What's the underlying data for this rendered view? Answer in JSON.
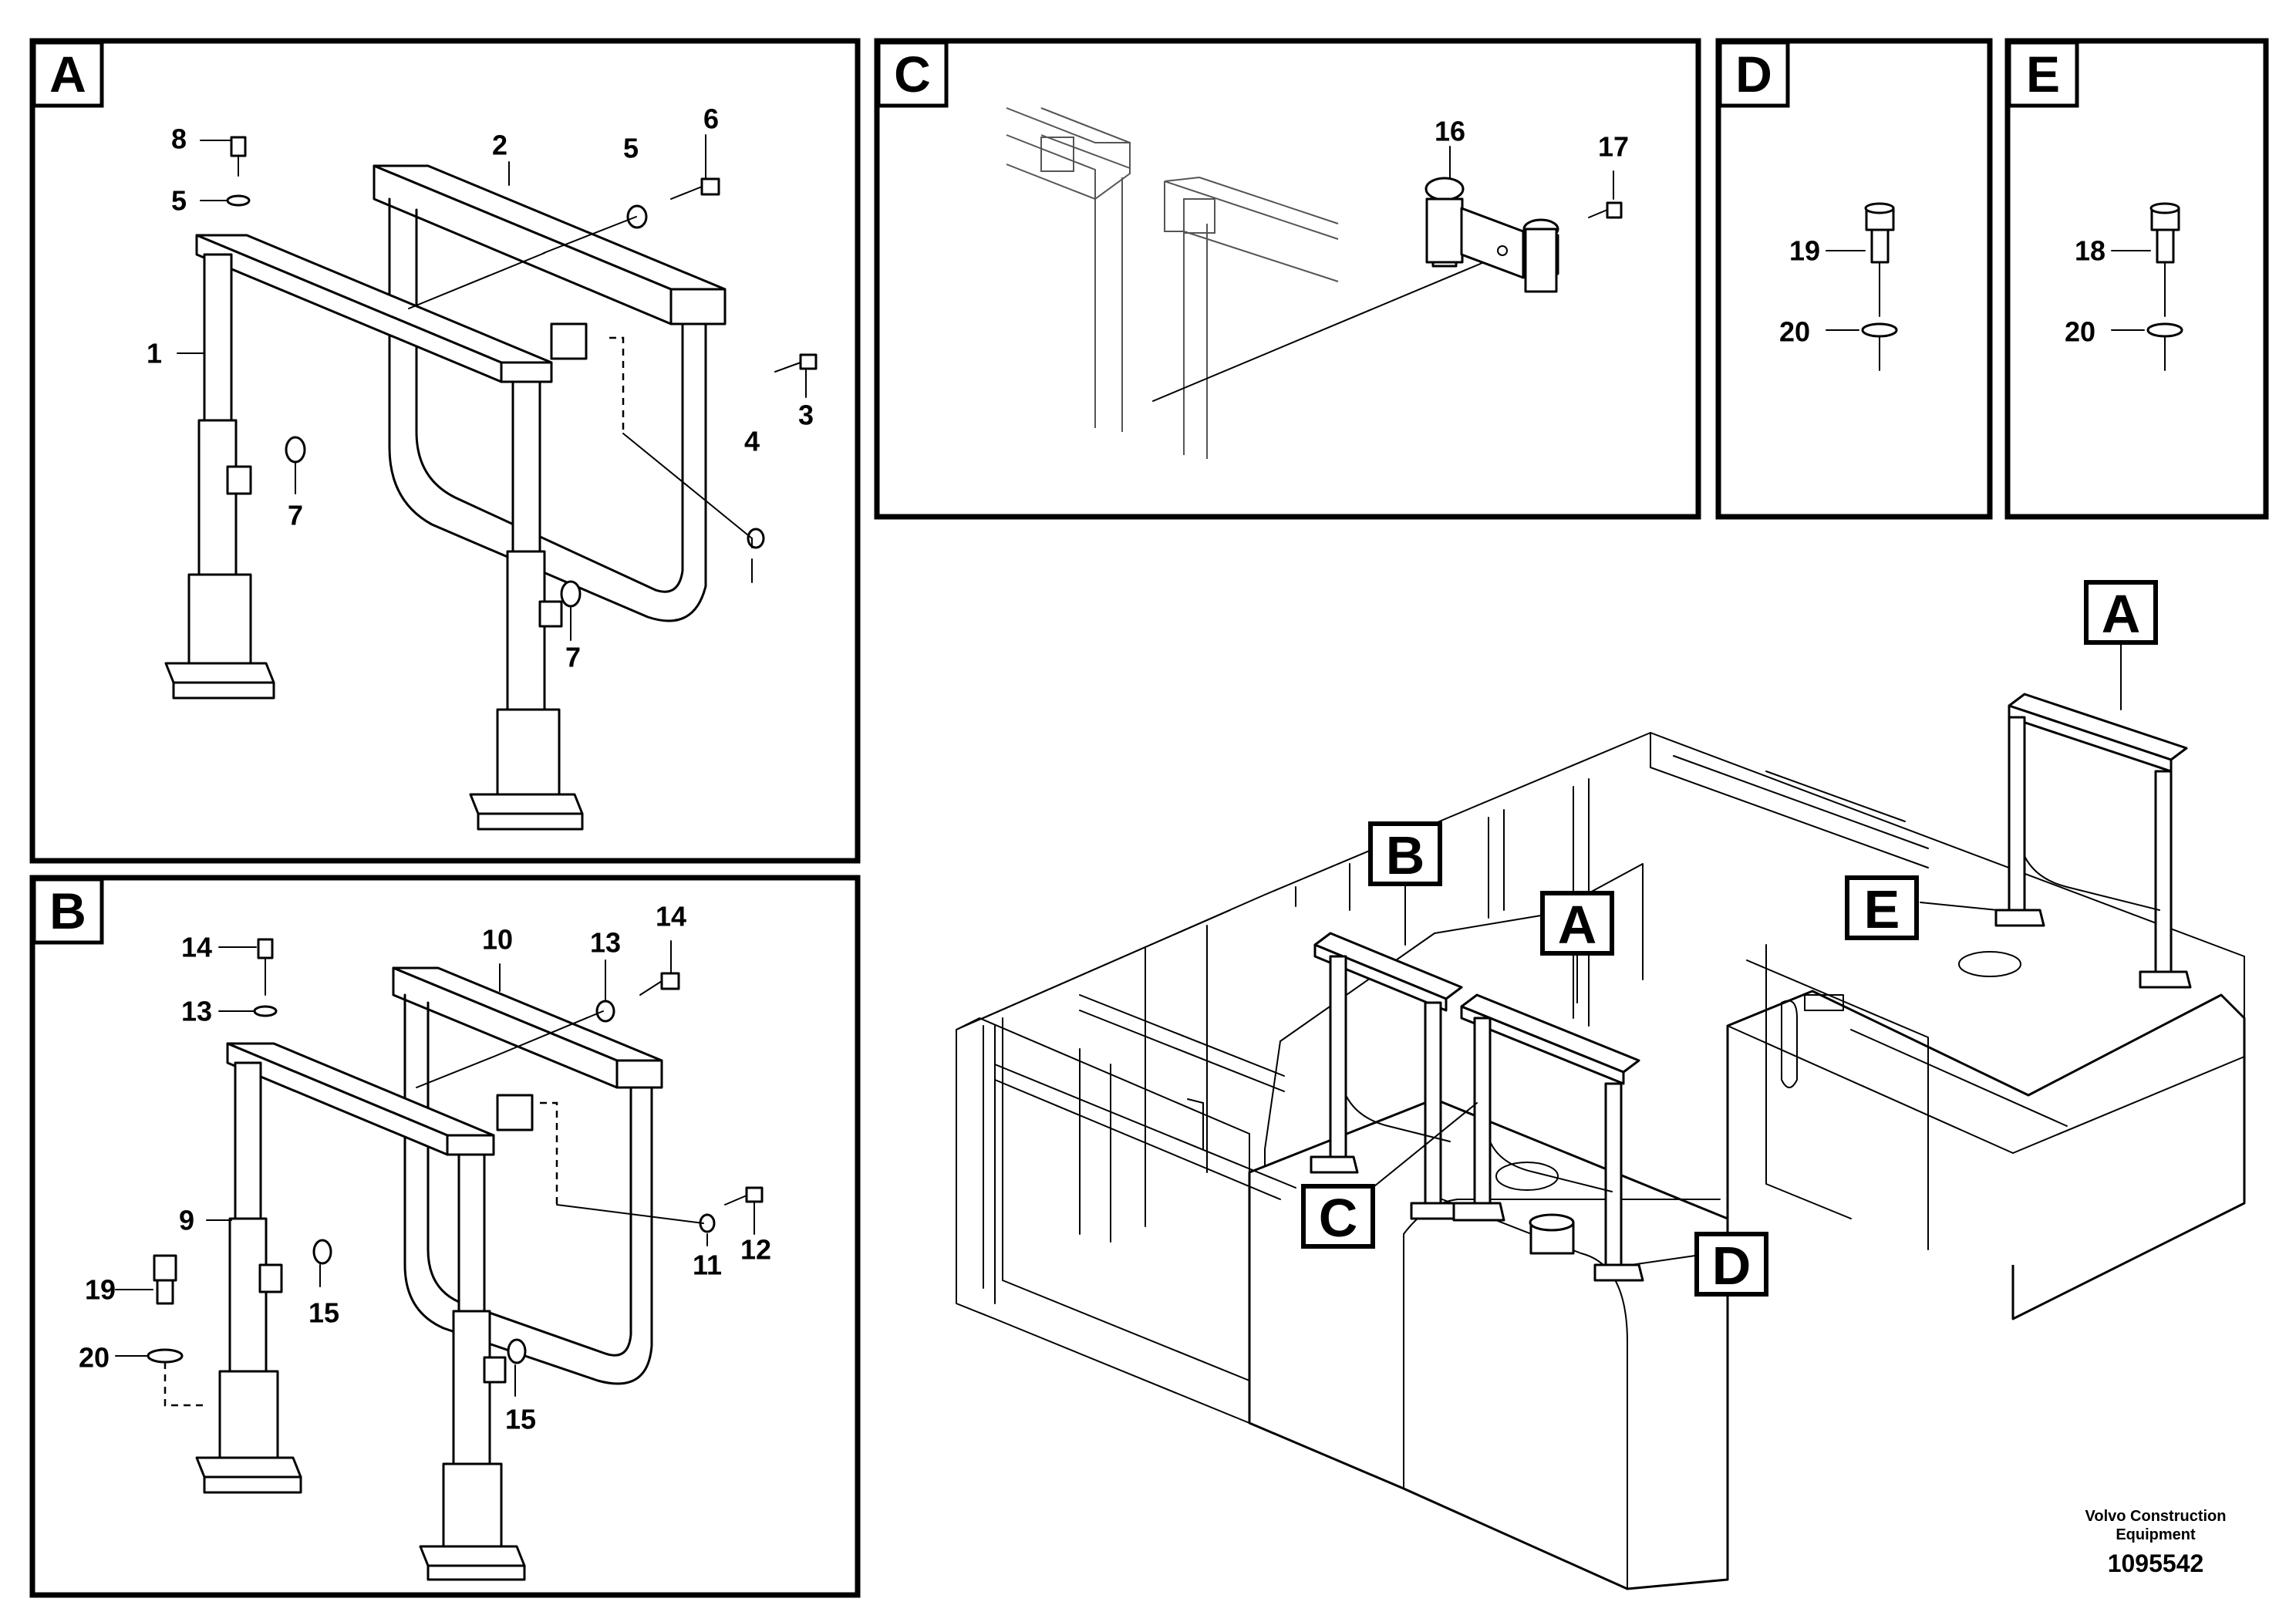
{
  "panels": {
    "A": {
      "label": "A",
      "parts": [
        "8",
        "5",
        "2",
        "5",
        "6",
        "1",
        "4",
        "3",
        "7",
        "7"
      ]
    },
    "B": {
      "label": "B",
      "parts": [
        "14",
        "13",
        "10",
        "13",
        "14",
        "9",
        "11",
        "12",
        "19",
        "20",
        "15",
        "15"
      ]
    },
    "C": {
      "label": "C",
      "parts": [
        "16",
        "17"
      ]
    },
    "D": {
      "label": "D",
      "parts": [
        "19",
        "20"
      ]
    },
    "E": {
      "label": "E",
      "parts": [
        "18",
        "20"
      ]
    }
  },
  "overview": {
    "callouts": [
      "A",
      "B",
      "A",
      "C",
      "D",
      "E"
    ]
  },
  "footer": {
    "brand_line1": "Volvo Construction",
    "brand_line2": "Equipment",
    "drawing_number": "1095542"
  }
}
